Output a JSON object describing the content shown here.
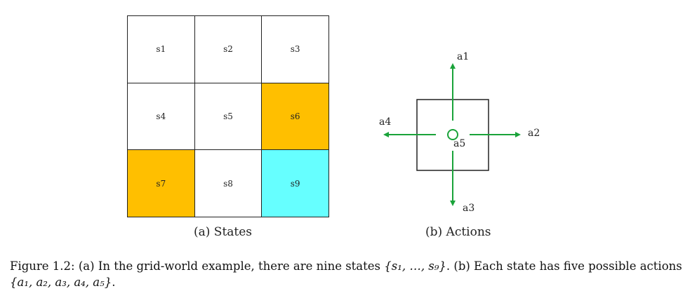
{
  "grid": {
    "cells": [
      {
        "label": "s1",
        "color": "#ffffff"
      },
      {
        "label": "s2",
        "color": "#ffffff"
      },
      {
        "label": "s3",
        "color": "#ffffff"
      },
      {
        "label": "s4",
        "color": "#ffffff"
      },
      {
        "label": "s5",
        "color": "#ffffff"
      },
      {
        "label": "s6",
        "color": "#ffbf00"
      },
      {
        "label": "s7",
        "color": "#ffbf00"
      },
      {
        "label": "s8",
        "color": "#ffffff"
      },
      {
        "label": "s9",
        "color": "#66ffff"
      }
    ],
    "subcaption": "(a) States"
  },
  "actions": {
    "labels": {
      "a1": "a1",
      "a2": "a2",
      "a3": "a3",
      "a4": "a4",
      "a5": "a5"
    },
    "arrow_color": "#1aa33a",
    "subcaption": "(b) Actions"
  },
  "caption": {
    "text_1": "Figure 1.2: (a) In the grid-world example, there are nine states ",
    "set_states": "{s₁, …, s₉}",
    "text_2": ". (b) Each state has five possible actions ",
    "set_actions": "{a₁, a₂, a₃, a₄, a₅}",
    "text_3": "."
  }
}
